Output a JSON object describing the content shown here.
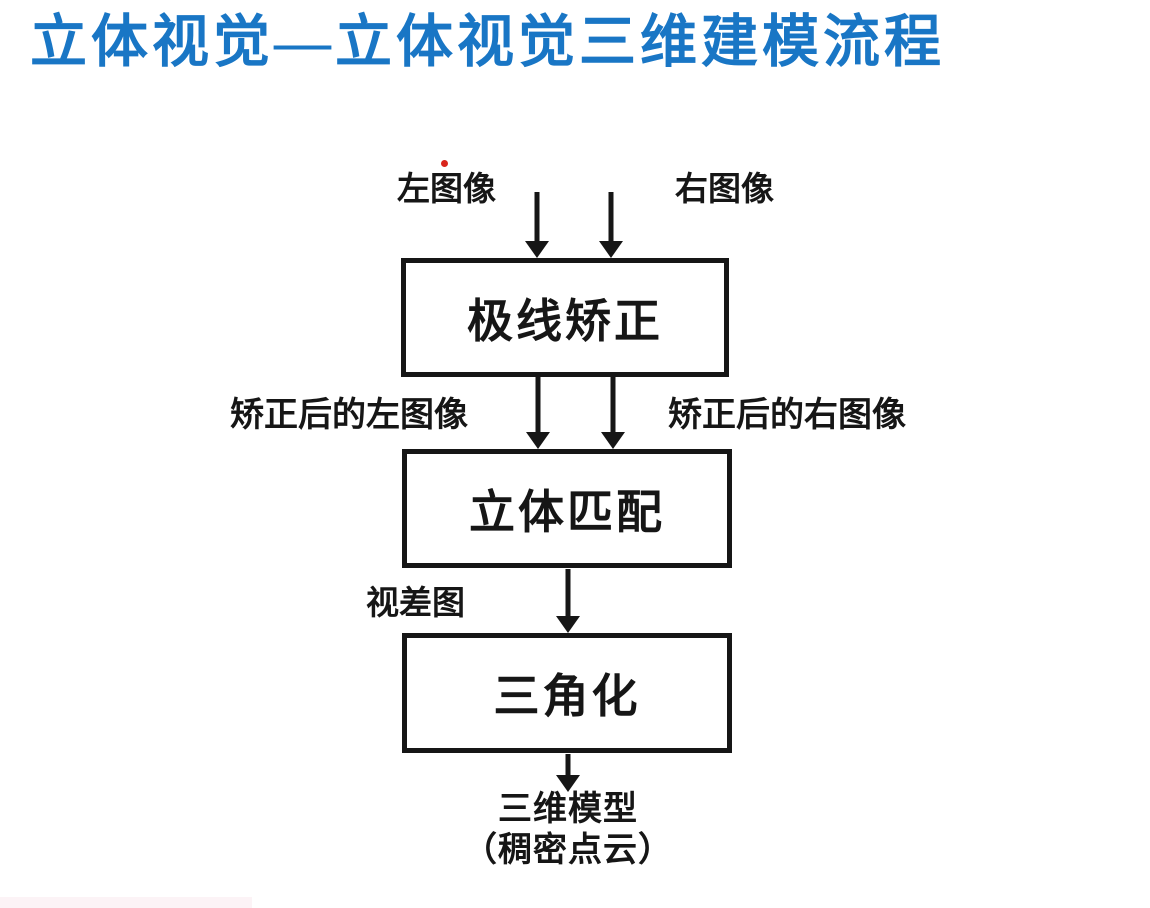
{
  "page": {
    "title": "立体视觉—立体视觉三维建模流程",
    "title_color": "#1976c5",
    "background_color": "#ffffff",
    "stroke_color": "#161616",
    "annotation_dot_color": "#d9251c",
    "footer_strip_color": "#fcf3f6"
  },
  "flowchart": {
    "inputs": [
      {
        "label": "左图像"
      },
      {
        "label": "右图像"
      }
    ],
    "nodes": [
      {
        "label": "极线矫正"
      },
      {
        "label": "立体匹配"
      },
      {
        "label": "三角化"
      }
    ],
    "edge_labels": [
      {
        "label": "矫正后的左图像"
      },
      {
        "label": "矫正后的右图像"
      },
      {
        "label": "视差图"
      }
    ],
    "output": {
      "line1": "三维模型",
      "line2": "（稠密点云）"
    }
  }
}
